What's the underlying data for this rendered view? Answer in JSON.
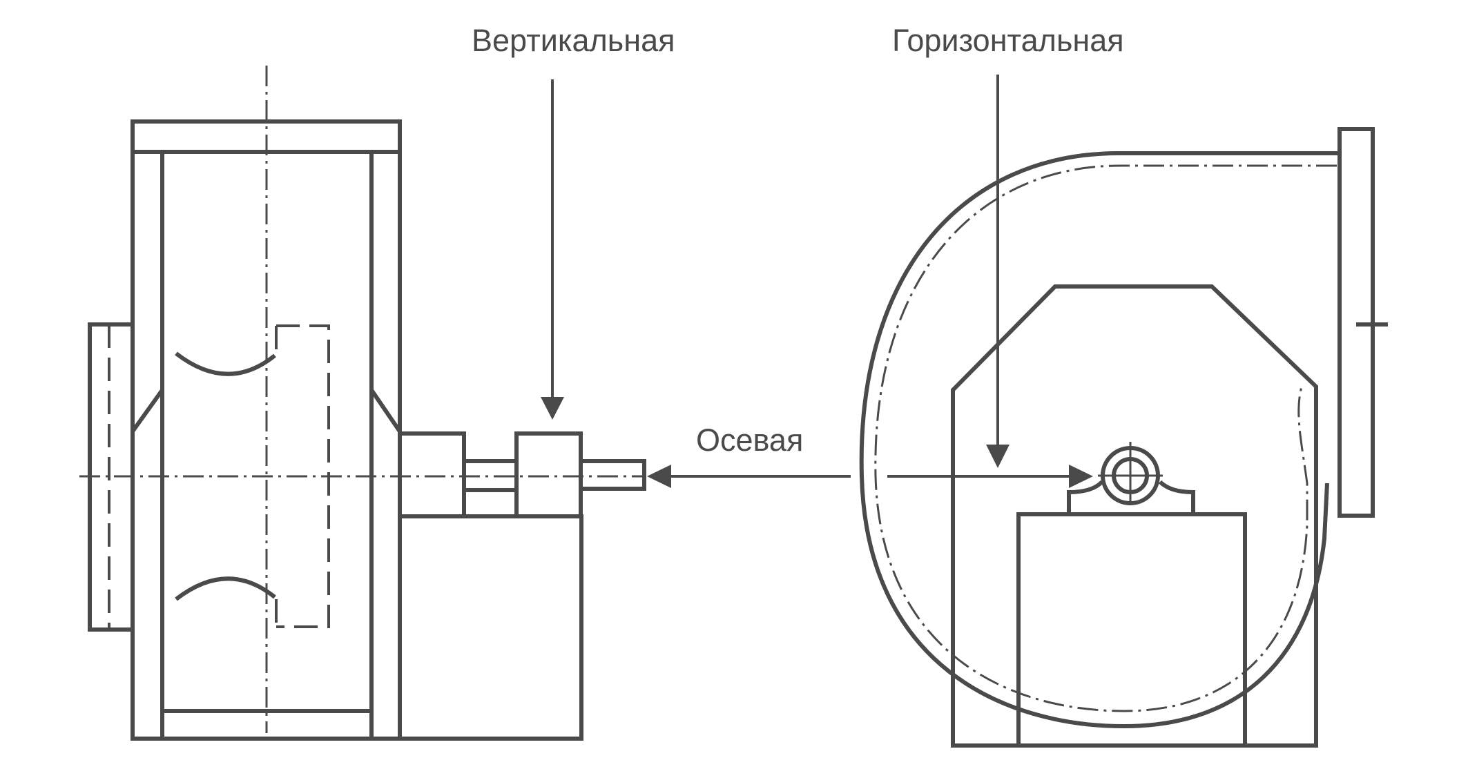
{
  "labels": {
    "vertical": "Вертикальная",
    "horizontal": "Горизонтальная",
    "axial": "Осевая"
  },
  "colors": {
    "stroke": "#4a4a4a",
    "background": "#ffffff"
  }
}
